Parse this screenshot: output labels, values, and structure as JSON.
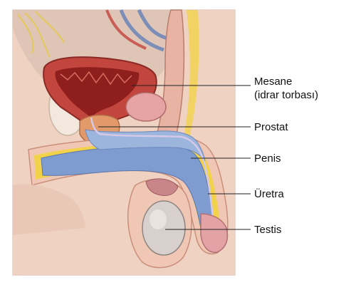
{
  "figure": {
    "labels": [
      {
        "key": "mesane",
        "lines": [
          "Mesane",
          "(idrar torbası)"
        ]
      },
      {
        "key": "prostat",
        "lines": [
          "Prostat"
        ]
      },
      {
        "key": "penis",
        "lines": [
          "Penis"
        ]
      },
      {
        "key": "uretra",
        "lines": [
          "Üretra"
        ]
      },
      {
        "key": "testis",
        "lines": [
          "Testis"
        ]
      }
    ]
  },
  "colors": {
    "skin": "#f2d3c2",
    "bladder": "#c2453e",
    "bladder_lumen": "#8f1f1c",
    "prostate": "#e39a6a",
    "spongiosum": "#9cb5dc",
    "cavernosum": "#7e9ccf",
    "fat_yellow": "#f2d24a",
    "rectum": "#e8b3a3",
    "testis": "#d7d0cc",
    "leader_line": "#222222"
  }
}
